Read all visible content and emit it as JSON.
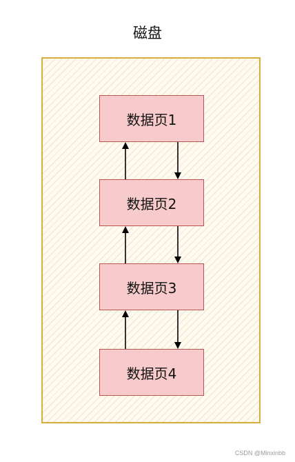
{
  "diagram": {
    "title": "磁盘",
    "pages": [
      {
        "label": "数据页1"
      },
      {
        "label": "数据页2"
      },
      {
        "label": "数据页3"
      },
      {
        "label": "数据页4"
      }
    ],
    "colors": {
      "container_border": "#d6ad3a",
      "container_fill": "#fffaf0",
      "page_fill": "#f7cbcb",
      "page_border": "#b85450",
      "arrow": "#000000"
    }
  },
  "watermark": "CSDN @Minxinbb"
}
